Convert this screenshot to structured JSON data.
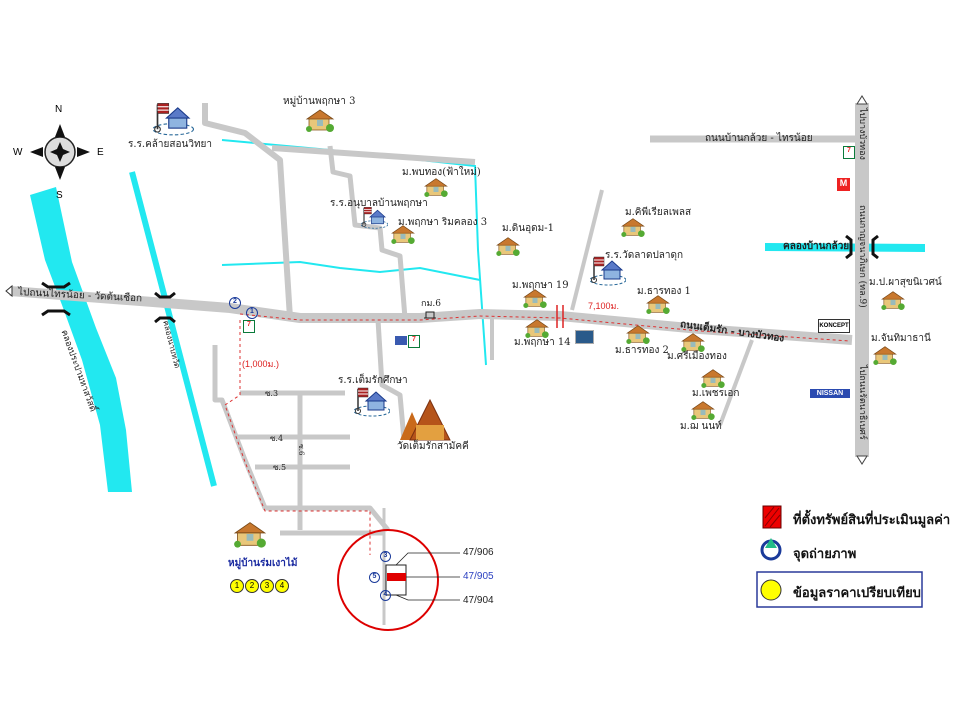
{
  "compass": {
    "n": "N",
    "s": "S",
    "e": "E",
    "w": "W"
  },
  "roads": {
    "west": "ไปถนนไทรน้อย - วัดต้นเชือก",
    "main": "ถนนเต็มรัก - บางบัวทอง",
    "north": "ถนนบ้านกล้วย - ไทรน้อย",
    "highway_top": "ไปบางบัวทอง",
    "highway_mid": "ถนนกาญจนาภิเษก (ทล.9)",
    "highway_bottom": "ไปถนนรัตนาธิเบศร์",
    "soi3": "ซ.3",
    "soi4": "ซ.4",
    "soi5": "ซ.5",
    "soi6": "ซ.6"
  },
  "canals": {
    "left": "คลองประปามหาสวัสดิ์",
    "second": "คลองนาบทวัด",
    "right": "คลองบ้านกล้วย"
  },
  "places": [
    {
      "label": "หมู่บ้านพฤกษา 3"
    },
    {
      "label": "ร.ร.คล้ายสอนวิทยา"
    },
    {
      "label": "ม.พบทอง(ฟ้าใหม่)"
    },
    {
      "label": "ร.ร.อนุบาลบ้านพฤกษา"
    },
    {
      "label": "ม.พฤกษา ริมคลอง 3"
    },
    {
      "label": "ม.ดินอุดม-1"
    },
    {
      "label": "ม.คิพีเรียลเพลส"
    },
    {
      "label": "ร.ร.วัดลาดปลาดุก"
    },
    {
      "label": "ม.พฤกษา 19"
    },
    {
      "label": "ม.พฤกษา 14"
    },
    {
      "label": "ม.ธารทอง 1"
    },
    {
      "label": "ม.ธารทอง 2"
    },
    {
      "label": "ม.ศรีเมืองทอง"
    },
    {
      "label": "ม.เพชรเอก"
    },
    {
      "label": "ม.ฌ นนท์"
    },
    {
      "label": "ม.ป.ผาสุขนิเวศน์"
    },
    {
      "label": "ม.จันทิมาธานี"
    },
    {
      "label": "ร.ร.เต็มรักศึกษา"
    },
    {
      "label": "วัดเต็มรักสามัคคี"
    },
    {
      "label": "หมู่บ้านร่มเงาไม้"
    }
  ],
  "markers": {
    "km": "กม.6",
    "dist_main": "7,100ม.",
    "dist_soi": "(1,000ม.)"
  },
  "comparables": [
    "1",
    "2",
    "3",
    "4"
  ],
  "photo_points": [
    "1",
    "2",
    "3",
    "4",
    "5"
  ],
  "brands": {
    "seven": "7",
    "koncept": "KONCEPT",
    "nissan": "NISSAN",
    "m": "M"
  },
  "lots": {
    "north": "47/906",
    "subject": "47/905",
    "south": "47/904"
  },
  "legend": {
    "subject": "ที่ตั้งทรัพย์สินที่ประเมินมูลค่า",
    "photo": "จุดถ่ายภาพ",
    "comparable": "ข้อมูลราคาเปรียบเทียบ"
  },
  "colors": {
    "road": "#c8c8c8",
    "canal": "#22e8f0",
    "route": "#d33",
    "subject": "#e00000",
    "lot_blue": "#2a3fc0"
  }
}
